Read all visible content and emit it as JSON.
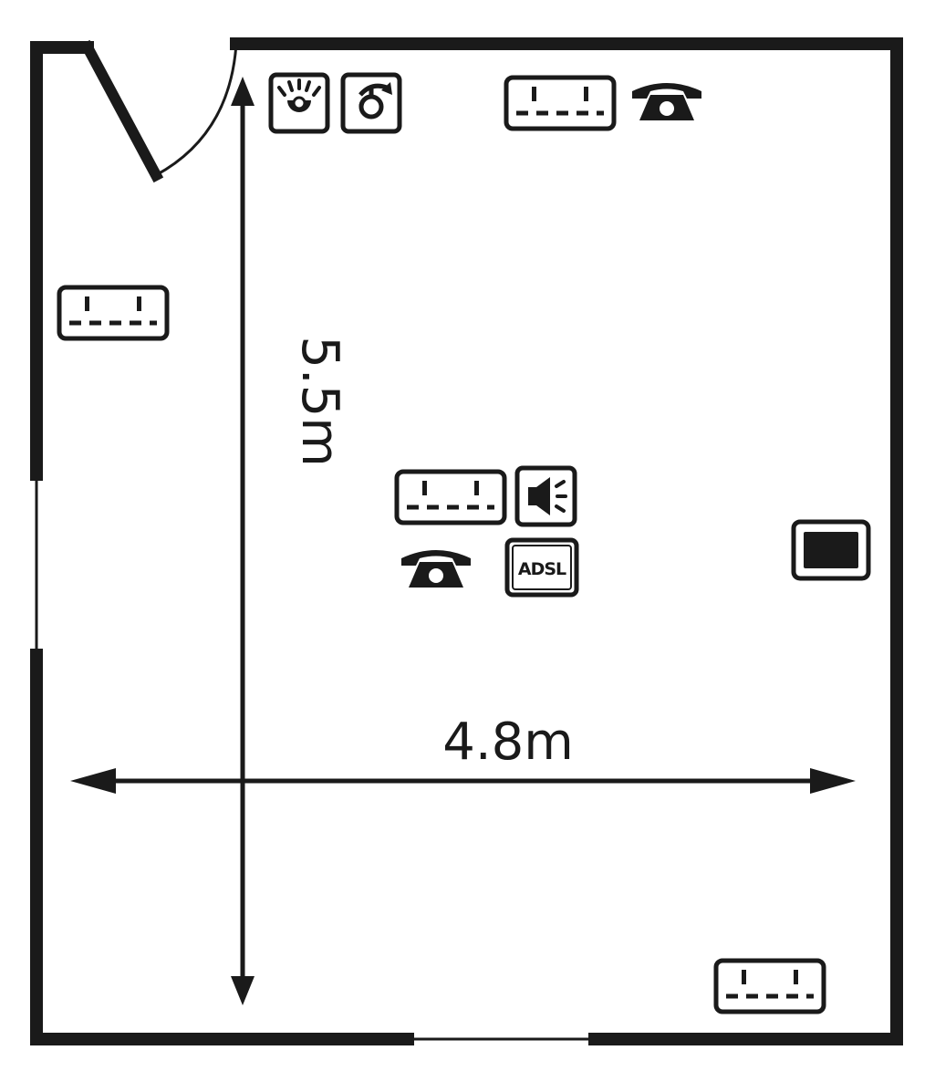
{
  "room": {
    "width_label": "4.8m",
    "height_label": "5.5m"
  },
  "fixtures": {
    "adsl_label": "ADSL",
    "icons": [
      "light-switch-icon",
      "dimmer-switch-icon",
      "double-socket-icon",
      "telephone-socket-icon",
      "speaker-icon",
      "adsl-socket-icon",
      "tv-aerial-socket-icon"
    ]
  },
  "colors": {
    "ink": "#1a1a1a",
    "background": "#ffffff"
  }
}
